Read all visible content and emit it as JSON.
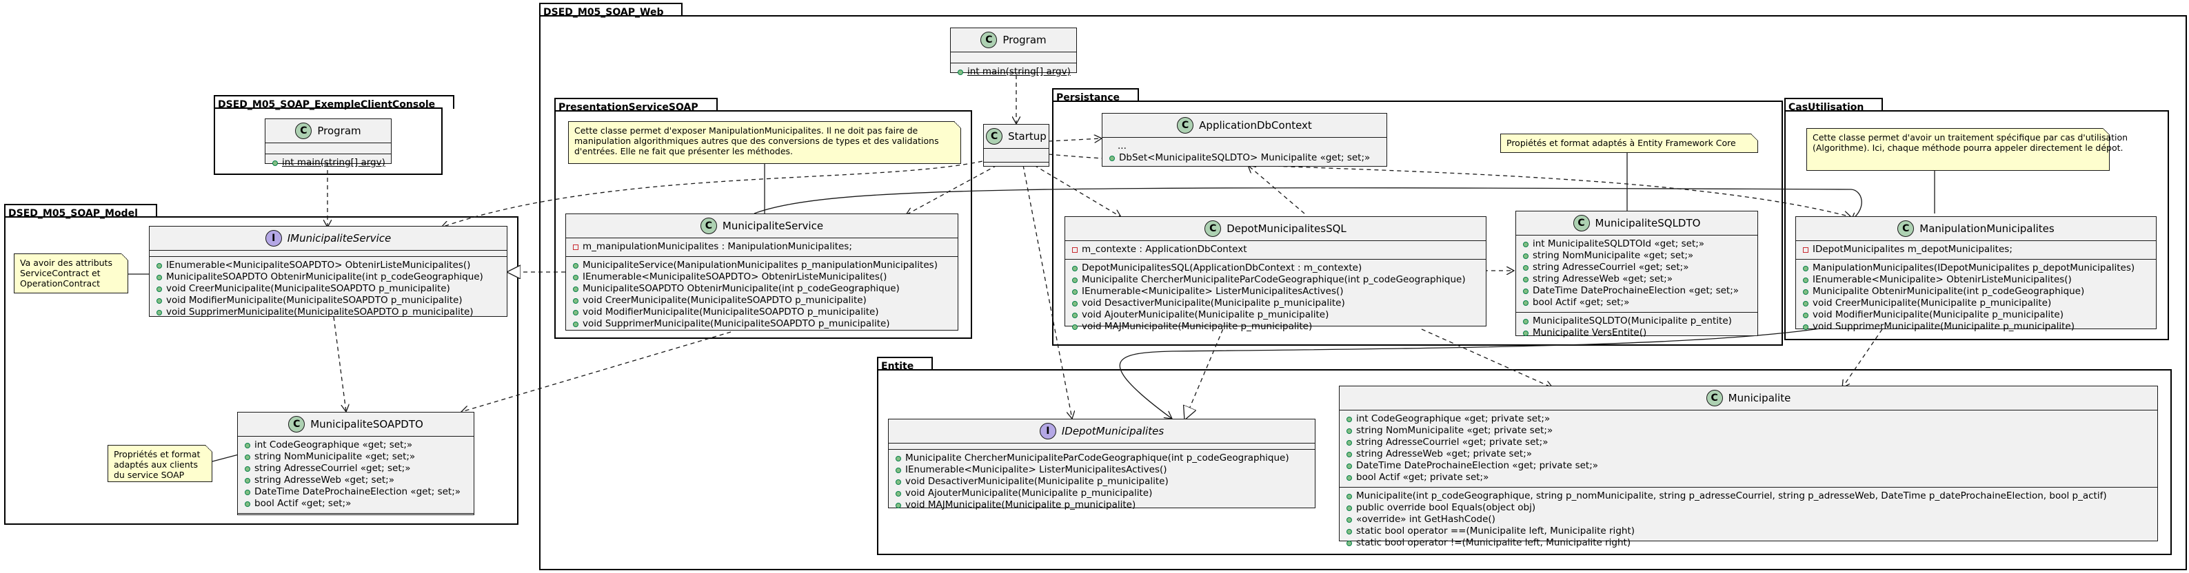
{
  "packages": {
    "web": "DSED_M05_SOAP_Web",
    "client": "DSED_M05_SOAP_ExempleClientConsole",
    "model": "DSED_M05_SOAP_Model",
    "presentation": "PresentationServiceSOAP",
    "persistance": "Persistance",
    "cas": "CasUtilisation",
    "entite": "Entite"
  },
  "classes": {
    "program_web": {
      "badge": "C",
      "name": "Program",
      "methods": [
        "int main(string[] argv)"
      ]
    },
    "program_client": {
      "badge": "C",
      "name": "Program",
      "methods": [
        "int main(string[] argv)"
      ]
    },
    "startup": {
      "badge": "C",
      "name": "Startup"
    },
    "imunicipalite_service": {
      "badge": "I",
      "name": "IMunicipaliteService",
      "methods": [
        "IEnumerable<MunicipaliteSOAPDTO> ObtenirListeMunicipalites()",
        "MunicipaliteSOAPDTO ObtenirMunicipalite(int p_codeGeographique)",
        "void CreerMunicipalite(MunicipaliteSOAPDTO p_municipalite)",
        "void ModifierMunicipalite(MunicipaliteSOAPDTO p_municipalite)",
        "void SupprimerMunicipalite(MunicipaliteSOAPDTO p_municipalite)"
      ]
    },
    "municipalite_soapdto": {
      "badge": "C",
      "name": "MunicipaliteSOAPDTO",
      "fields": [
        "int CodeGeographique «get; set;»",
        "string NomMunicipalite «get; set;»",
        "string AdresseCourriel «get; set;»",
        "string AdresseWeb «get; set;»",
        "DateTime DateProchaineElection «get; set;»",
        "bool Actif «get; set;»"
      ]
    },
    "municipalite_service": {
      "badge": "C",
      "name": "MunicipaliteService",
      "fields": [
        "m_manipulationMunicipalites : ManipulationMunicipalites;"
      ],
      "methods": [
        "MunicipaliteService(ManipulationMunicipalites p_manipulationMunicipalites)",
        "IEnumerable<MunicipaliteSOAPDTO> ObtenirListeMunicipalites()",
        "MunicipaliteSOAPDTO ObtenirMunicipalite(int p_codeGeographique)",
        "void CreerMunicipalite(MunicipaliteSOAPDTO p_municipalite)",
        "void ModifierMunicipalite(MunicipaliteSOAPDTO p_municipalite)",
        "void SupprimerMunicipalite(MunicipaliteSOAPDTO p_municipalite)"
      ]
    },
    "application_db_context": {
      "badge": "C",
      "name": "ApplicationDbContext",
      "fields": [
        "...",
        "DbSet<MunicipaliteSQLDTO> Municipalite «get; set;»"
      ]
    },
    "depot_municipalites_sql": {
      "badge": "C",
      "name": "DepotMunicipalitesSQL",
      "fields": [
        "m_contexte : ApplicationDbContext"
      ],
      "methods": [
        "DepotMunicipalitesSQL(ApplicationDbContext : m_contexte)",
        "Municipalite ChercherMunicipaliteParCodeGeographique(int p_codeGeographique)",
        "IEnumerable<Municipalite> ListerMunicipalitesActives()",
        "void DesactiverMunicipalite(Municipalite p_municipalite)",
        "void AjouterMunicipalite(Municipalite p_municipalite)",
        "void MAJMunicipalite(Municipalite p_municipalite)"
      ]
    },
    "municipalite_sqldto": {
      "badge": "C",
      "name": "MunicipaliteSQLDTO",
      "fields": [
        "int MunicipaliteSQLDTOId «get; set;»",
        "string NomMunicipalite «get; set;»",
        "string AdresseCourriel «get; set;»",
        "string AdresseWeb «get; set;»",
        "DateTime DateProchaineElection «get; set;»",
        "bool Actif «get; set;»"
      ],
      "methods": [
        "MunicipaliteSQLDTO(Municipalite p_entite)",
        "Municipalite VersEntite()"
      ]
    },
    "manipulation_municipalites": {
      "badge": "C",
      "name": "ManipulationMunicipalites",
      "fields": [
        "IDepotMunicipalites m_depotMunicipalites;"
      ],
      "methods": [
        "ManipulationMunicipalites(IDepotMunicipalites p_depotMunicipalites)",
        "IEnumerable<Municipalite> ObtenirListeMunicipalites()",
        "Municipalite ObtenirMunicipalite(int p_codeGeographique)",
        "void CreerMunicipalite(Municipalite p_municipalite)",
        "void ModifierMunicipalite(Municipalite p_municipalite)",
        "void SupprimerMunicipalite(Municipalite p_municipalite)"
      ]
    },
    "idepot_municipalites": {
      "badge": "I",
      "name": "IDepotMunicipalites",
      "methods": [
        "Municipalite ChercherMunicipaliteParCodeGeographique(int p_codeGeographique)",
        "IEnumerable<Municipalite> ListerMunicipalitesActives()",
        "void DesactiverMunicipalite(Municipalite p_municipalite)",
        "void AjouterMunicipalite(Municipalite p_municipalite)",
        "void MAJMunicipalite(Municipalite p_municipalite)"
      ]
    },
    "municipalite": {
      "badge": "C",
      "name": "Municipalite",
      "fields": [
        "int CodeGeographique «get; private set;»",
        "string NomMunicipalite «get; private set;»",
        "string AdresseCourriel «get; private set;»",
        "string AdresseWeb «get; private set;»",
        "DateTime DateProchaineElection «get; private set;»",
        "bool Actif «get; private set;»"
      ],
      "methods": [
        "Municipalite(int p_codeGeographique, string p_nomMunicipalite, string p_adresseCourriel, string p_adresseWeb, DateTime p_dateProchaineElection, bool p_actif)",
        "public override bool Equals(object obj)",
        "«override» int GetHashCode()",
        "static bool operator ==(Municipalite left, Municipalite right)",
        "static bool operator !=(Municipalite left, Municipalite right)"
      ]
    }
  },
  "notes": {
    "model_attrs": [
      "Va avoir des attributs",
      "ServiceContract et",
      "OperationContract"
    ],
    "soap_props": [
      "Propriétés et format",
      "adaptés aux clients",
      "du service SOAP"
    ],
    "presentation": [
      "Cette classe permet d'exposer ManipulationMunicipalites. Il ne doit pas faire de",
      "manipulation algorithmiques autres que des conversions de types et des validations",
      "d'entrées. Elle ne fait que présenter les méthodes."
    ],
    "ef_core": [
      "Propiétés et format adaptés à Entity Framework Core"
    ],
    "cas": [
      "Cette classe permet d'avoir un traitement spécifique par cas d'utilisation",
      "(Algorithme). Ici, chaque méthode pourra appeler directement le dépot."
    ]
  }
}
